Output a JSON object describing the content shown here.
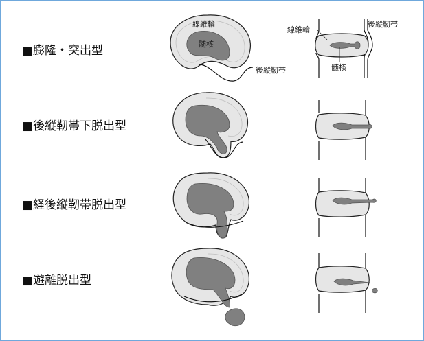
{
  "rows": [
    {
      "title": "■膨隆・突出型"
    },
    {
      "title": "■後縦靭帯下脱出型"
    },
    {
      "title": "■経後縦靭帯脱出型"
    },
    {
      "title": "■遊離脱出型"
    }
  ],
  "labels": {
    "annulus_axial": "線維輪",
    "nucleus_axial": "髄核",
    "ligament_axial": "後縦靭帯",
    "annulus_sagittal": "線維輪",
    "nucleus_sagittal": "髄核",
    "ligament_sagittal": "後縦靭帯"
  }
}
